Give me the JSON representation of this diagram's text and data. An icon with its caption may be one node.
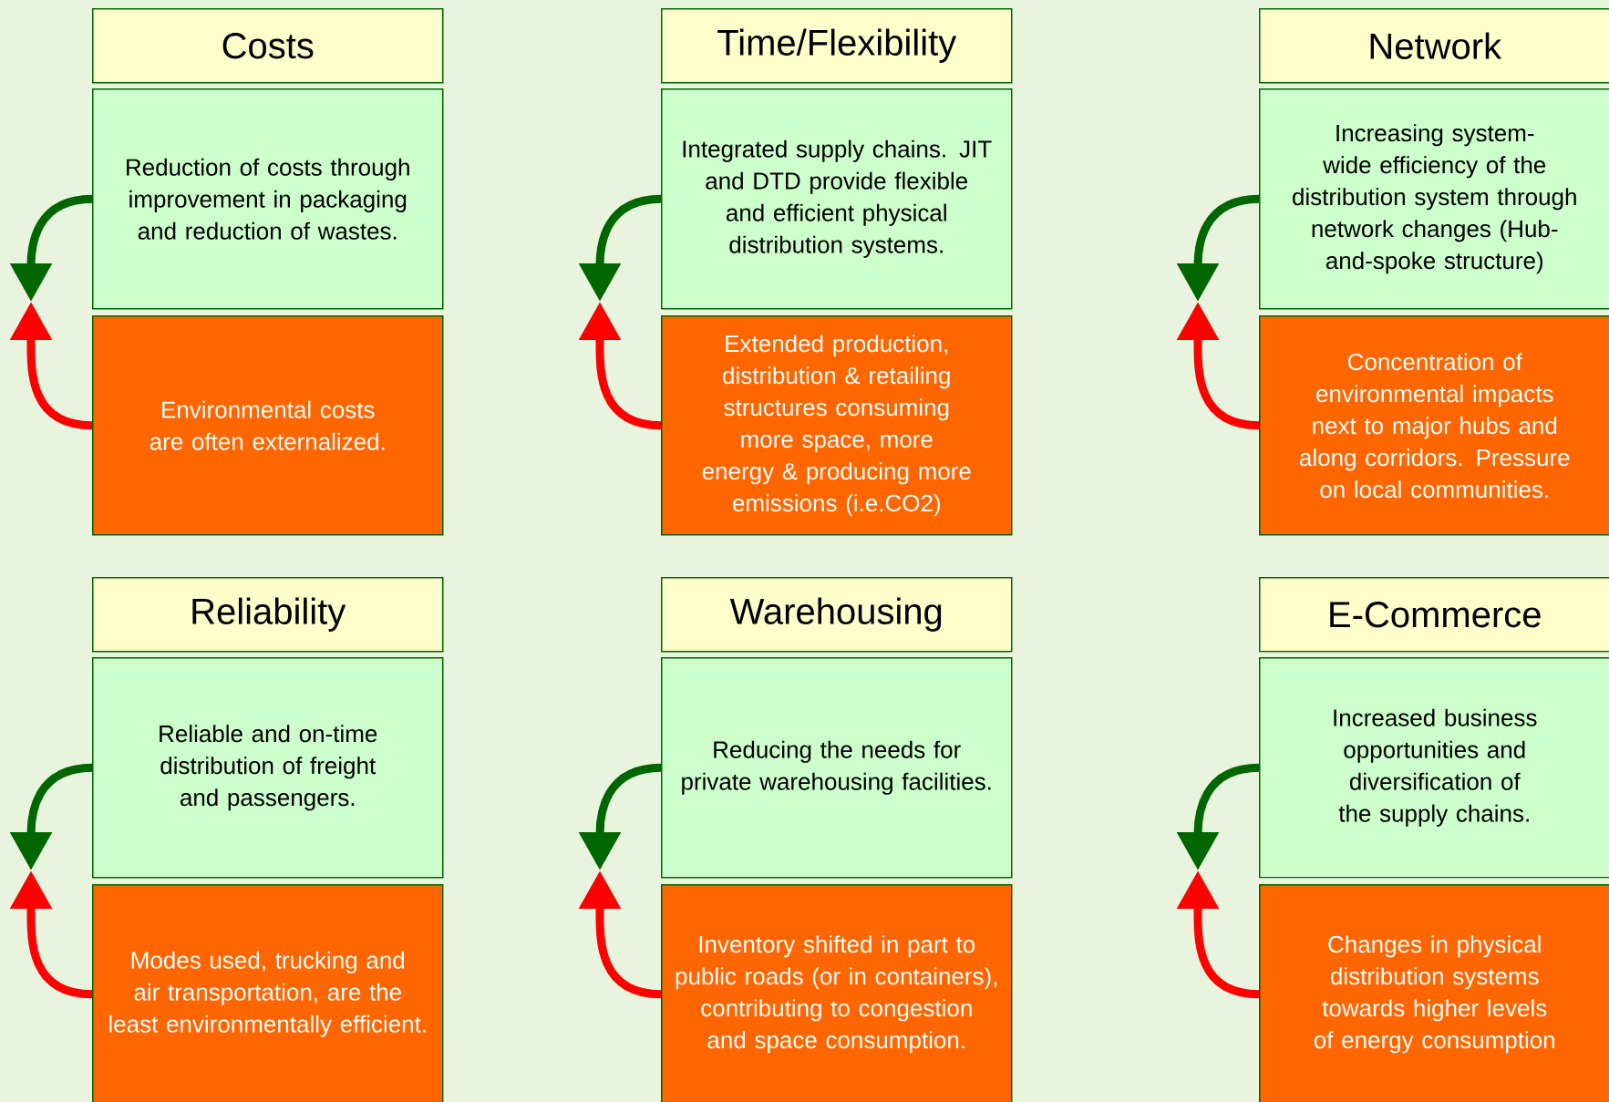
{
  "diagram": {
    "nodes": [
      {
        "text": [
          "Costs"
        ]
      },
      {
        "text": [
          "Reduction of costs through improvement in packaging and reduction of wastes."
        ]
      },
      {
        "text": [
          "Environmental costs are often externalized."
        ]
      },
      {
        "text": [
          "Time/Flexibility"
        ]
      },
      {
        "text": [
          "Integrated supply chains.  JIT and DTD provide flexible and efficient physical distribution systems."
        ]
      },
      {
        "text": [
          "Extended production, distribution & retailing structures  consuming more space, more energy & producing more emissions (i.e.CO2)"
        ]
      },
      {
        "text": [
          "Network"
        ]
      },
      {
        "text": [
          "Increasing system-wide efficiency of the distribution system through network changes (Hub-and-spoke structure)"
        ]
      },
      {
        "text": [
          "Concentration of environmental impacts next to major hubs and along corridors. Pressure on local communities."
        ]
      },
      {
        "text": [
          "Reliability"
        ]
      },
      {
        "text": [
          "Reliable and on-time distribution of freight and passengers."
        ]
      },
      {
        "text": [
          "Modes used, trucking and air  transportation, are the least environmentally efficient."
        ]
      },
      {
        "text": [
          "Warehousing"
        ]
      },
      {
        "text": [
          "Reducing the needs for private warehousing facilities."
        ]
      },
      {
        "text": [
          "Inventory shifted in part to public roads (or in containers), contributing to congestion and space consumption."
        ]
      },
      {
        "text": [
          "E-Commerce"
        ]
      },
      {
        "text": [
          "Increased business opportunities and diversification of the supply chains."
        ]
      },
      {
        "text": [
          "Changes in physical distribution systems towards higher levels of energy consumption"
        ]
      }
    ],
    "edges": [
      {
        "from": 1,
        "to": null,
        "arrow": "to",
        "color": "#006600"
      },
      {
        "from": 2,
        "to": null,
        "arrow": "to",
        "color": "#ff0000"
      },
      {
        "from": 4,
        "to": null,
        "arrow": "to",
        "color": "#006600"
      },
      {
        "from": 5,
        "to": null,
        "arrow": "to",
        "color": "#ff0000"
      },
      {
        "from": 7,
        "to": null,
        "arrow": "to",
        "color": "#006600"
      },
      {
        "from": 8,
        "to": null,
        "arrow": "to",
        "color": "#ff0000"
      },
      {
        "from": 10,
        "to": null,
        "arrow": "to",
        "color": "#006600"
      },
      {
        "from": 11,
        "to": null,
        "arrow": "to",
        "color": "#ff0000"
      },
      {
        "from": 13,
        "to": null,
        "arrow": "to",
        "color": "#006600"
      },
      {
        "from": 14,
        "to": null,
        "arrow": "to",
        "color": "#ff0000"
      },
      {
        "from": 16,
        "to": null,
        "arrow": "to",
        "color": "#006600"
      },
      {
        "from": 17,
        "to": null,
        "arrow": "to",
        "color": "#ff0000"
      }
    ]
  }
}
